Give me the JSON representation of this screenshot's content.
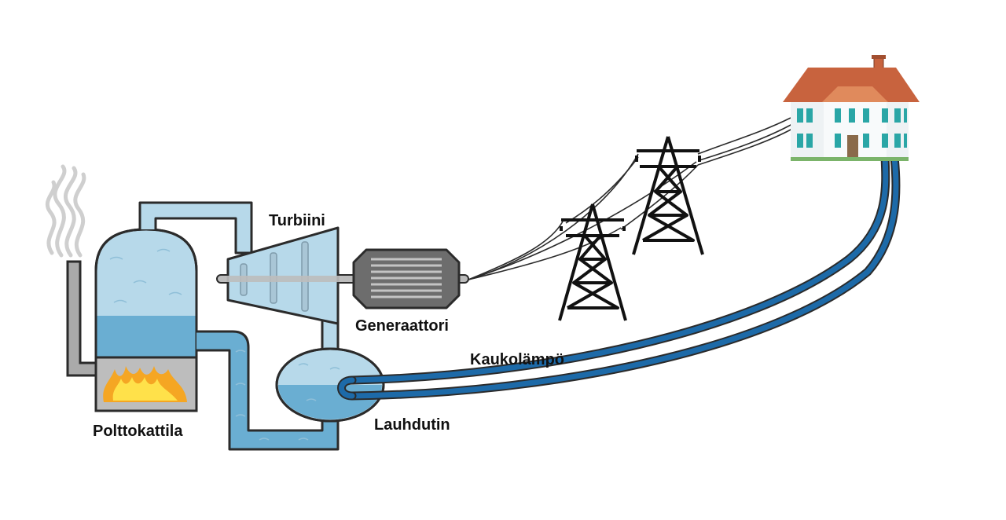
{
  "labels": {
    "boiler": "Polttokattila",
    "turbine": "Turbiini",
    "generator": "Generaattori",
    "condenser": "Lauhdutin",
    "district_heating": "Kaukolämpö"
  },
  "icons": {
    "boiler": "boiler-icon",
    "flame": "flame-icon",
    "chimney": "chimney-icon",
    "smoke": "smoke-icon",
    "turbine": "turbine-icon",
    "generator": "generator-icon",
    "condenser": "condenser-icon",
    "pylon": "power-pylon-icon",
    "house": "house-icon"
  },
  "colors": {
    "water_light": "#b7d9ea",
    "water_dark": "#6aaed2",
    "pipe_stroke": "#2b2b2b",
    "heating_pipe": "#1d6aa8",
    "flame_outer": "#f5a623",
    "flame_inner": "#ffe14a",
    "roof": "#c8633e",
    "window": "#2aa6a6"
  }
}
